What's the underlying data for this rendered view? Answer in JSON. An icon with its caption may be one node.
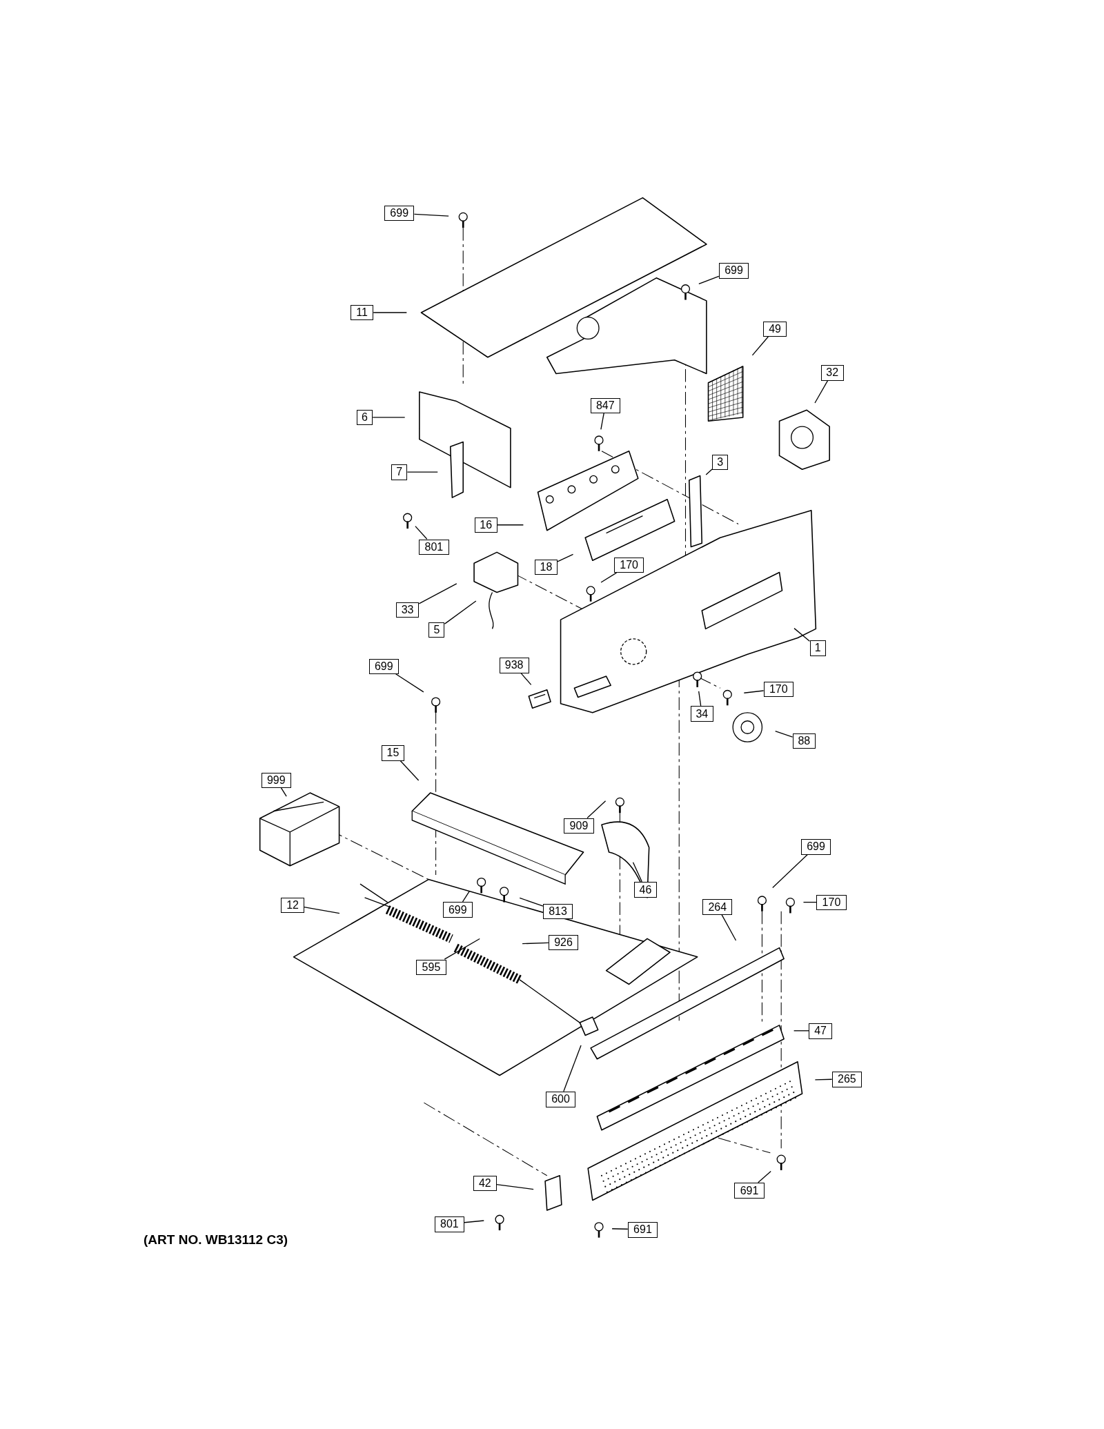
{
  "diagram": {
    "nodes": [
      {
        "text": [
          "699"
        ]
      },
      {
        "text": [
          "699"
        ]
      },
      {
        "text": [
          "11"
        ]
      },
      {
        "text": [
          "49"
        ]
      },
      {
        "text": [
          "32"
        ]
      },
      {
        "text": [
          "6"
        ]
      },
      {
        "text": [
          "847"
        ]
      },
      {
        "text": [
          "7"
        ]
      },
      {
        "text": [
          "3"
        ]
      },
      {
        "text": [
          "16"
        ]
      },
      {
        "text": [
          "801"
        ]
      },
      {
        "text": [
          "18"
        ]
      },
      {
        "text": [
          "170"
        ]
      },
      {
        "text": [
          "33"
        ]
      },
      {
        "text": [
          "5"
        ]
      },
      {
        "text": [
          "1"
        ]
      },
      {
        "text": [
          "699"
        ]
      },
      {
        "text": [
          "938"
        ]
      },
      {
        "text": [
          "170"
        ]
      },
      {
        "text": [
          "34"
        ]
      },
      {
        "text": [
          "88"
        ]
      },
      {
        "text": [
          "15"
        ]
      },
      {
        "text": [
          "999"
        ]
      },
      {
        "text": [
          "909"
        ]
      },
      {
        "text": [
          "46"
        ]
      },
      {
        "text": [
          "699"
        ]
      },
      {
        "text": [
          "12"
        ]
      },
      {
        "text": [
          "699"
        ]
      },
      {
        "text": [
          "813"
        ]
      },
      {
        "text": [
          "264"
        ]
      },
      {
        "text": [
          "170"
        ]
      },
      {
        "text": [
          "595"
        ]
      },
      {
        "text": [
          "926"
        ]
      },
      {
        "text": [
          "47"
        ]
      },
      {
        "text": [
          "265"
        ]
      },
      {
        "text": [
          "600"
        ]
      },
      {
        "text": [
          "691"
        ]
      },
      {
        "text": [
          "42"
        ]
      },
      {
        "text": [
          "801"
        ]
      },
      {
        "text": [
          "691"
        ]
      }
    ],
    "edges": [
      {
        "from": 0,
        "to": null,
        "arrow": "none"
      },
      {
        "from": 1,
        "to": null,
        "arrow": "none"
      },
      {
        "from": 2,
        "to": null,
        "arrow": "none"
      },
      {
        "from": 3,
        "to": null,
        "arrow": "none"
      },
      {
        "from": 4,
        "to": null,
        "arrow": "none"
      },
      {
        "from": 5,
        "to": null,
        "arrow": "none"
      },
      {
        "from": 6,
        "to": null,
        "arrow": "none"
      },
      {
        "from": 7,
        "to": null,
        "arrow": "none"
      },
      {
        "from": 8,
        "to": null,
        "arrow": "none"
      },
      {
        "from": 9,
        "to": null,
        "arrow": "none"
      },
      {
        "from": 10,
        "to": null,
        "arrow": "none"
      },
      {
        "from": 11,
        "to": null,
        "arrow": "none"
      },
      {
        "from": 12,
        "to": null,
        "arrow": "none"
      },
      {
        "from": 13,
        "to": null,
        "arrow": "none"
      },
      {
        "from": 14,
        "to": null,
        "arrow": "none"
      },
      {
        "from": 15,
        "to": null,
        "arrow": "none"
      },
      {
        "from": 16,
        "to": null,
        "arrow": "none"
      },
      {
        "from": 17,
        "to": null,
        "arrow": "none"
      },
      {
        "from": 18,
        "to": null,
        "arrow": "none"
      },
      {
        "from": 19,
        "to": null,
        "arrow": "none"
      },
      {
        "from": 20,
        "to": null,
        "arrow": "none"
      },
      {
        "from": 21,
        "to": null,
        "arrow": "none"
      },
      {
        "from": 22,
        "to": null,
        "arrow": "none"
      },
      {
        "from": 23,
        "to": null,
        "arrow": "none"
      },
      {
        "from": 24,
        "to": null,
        "arrow": "none"
      },
      {
        "from": 25,
        "to": null,
        "arrow": "none"
      },
      {
        "from": 26,
        "to": null,
        "arrow": "none"
      },
      {
        "from": 27,
        "to": null,
        "arrow": "none"
      },
      {
        "from": 28,
        "to": null,
        "arrow": "none"
      },
      {
        "from": 29,
        "to": null,
        "arrow": "none"
      },
      {
        "from": 30,
        "to": null,
        "arrow": "none"
      },
      {
        "from": 31,
        "to": null,
        "arrow": "none"
      },
      {
        "from": 32,
        "to": null,
        "arrow": "none"
      },
      {
        "from": 33,
        "to": null,
        "arrow": "none"
      },
      {
        "from": 34,
        "to": null,
        "arrow": "none"
      },
      {
        "from": 35,
        "to": null,
        "arrow": "none"
      },
      {
        "from": 36,
        "to": null,
        "arrow": "none"
      },
      {
        "from": 37,
        "to": null,
        "arrow": "none"
      },
      {
        "from": 38,
        "to": null,
        "arrow": "none"
      },
      {
        "from": 39,
        "to": null,
        "arrow": "none"
      }
    ],
    "labels": [
      "(ART NO. WB13112 C3)"
    ]
  }
}
